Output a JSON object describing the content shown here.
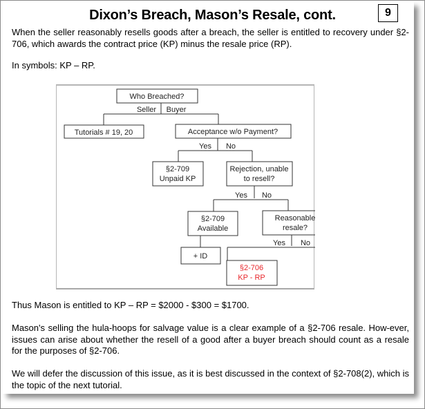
{
  "slide": {
    "title": "Dixon’s Breach, Mason’s Resale, cont.",
    "page_number": "9"
  },
  "paragraphs": {
    "intro": "When the seller reasonably resells goods after a breach, the seller is entitled to recovery under §2-706, which awards the contract price (KP) minus the resale price (RP).",
    "symbols": "In symbols: KP – RP.",
    "result": "Thus Mason is entitled to KP – RP = $2000 - $300 = $1700.",
    "example": "Mason's selling the hula-hoops for salvage value is a clear example of a §2-706 resale. How-ever, issues can arise about whether the resell of a good after a buyer breach should count as a resale for the purposes of §2-706.",
    "defer": "We will defer the discussion of this issue, as it is best discussed in the context of §2-708(2), which is the topic of the next tutorial."
  },
  "flowchart": {
    "nodes": {
      "who_breached": [
        "Who Breached?"
      ],
      "tutorials": [
        "Tutorials # 19, 20"
      ],
      "acceptance": [
        "Acceptance w/o Payment?"
      ],
      "unpaid_kp": [
        "§2-709",
        "Unpaid KP"
      ],
      "rejection": [
        "Rejection, unable",
        "to resell?"
      ],
      "available": [
        "§2-709",
        "Available"
      ],
      "reasonable": [
        "Reasonable",
        "resale?"
      ],
      "plus_id": [
        "+ ID"
      ],
      "kp_rp": [
        "§2-706",
        "KP - RP"
      ]
    },
    "edge_labels": {
      "seller": "Seller",
      "buyer": "Buyer",
      "acc_yes": "Yes",
      "acc_no": "No",
      "rej_yes": "Yes",
      "rej_no": "No",
      "res_yes": "Yes",
      "res_no": "No"
    },
    "colors": {
      "line": "#333333",
      "highlight": "#e8262b"
    }
  }
}
